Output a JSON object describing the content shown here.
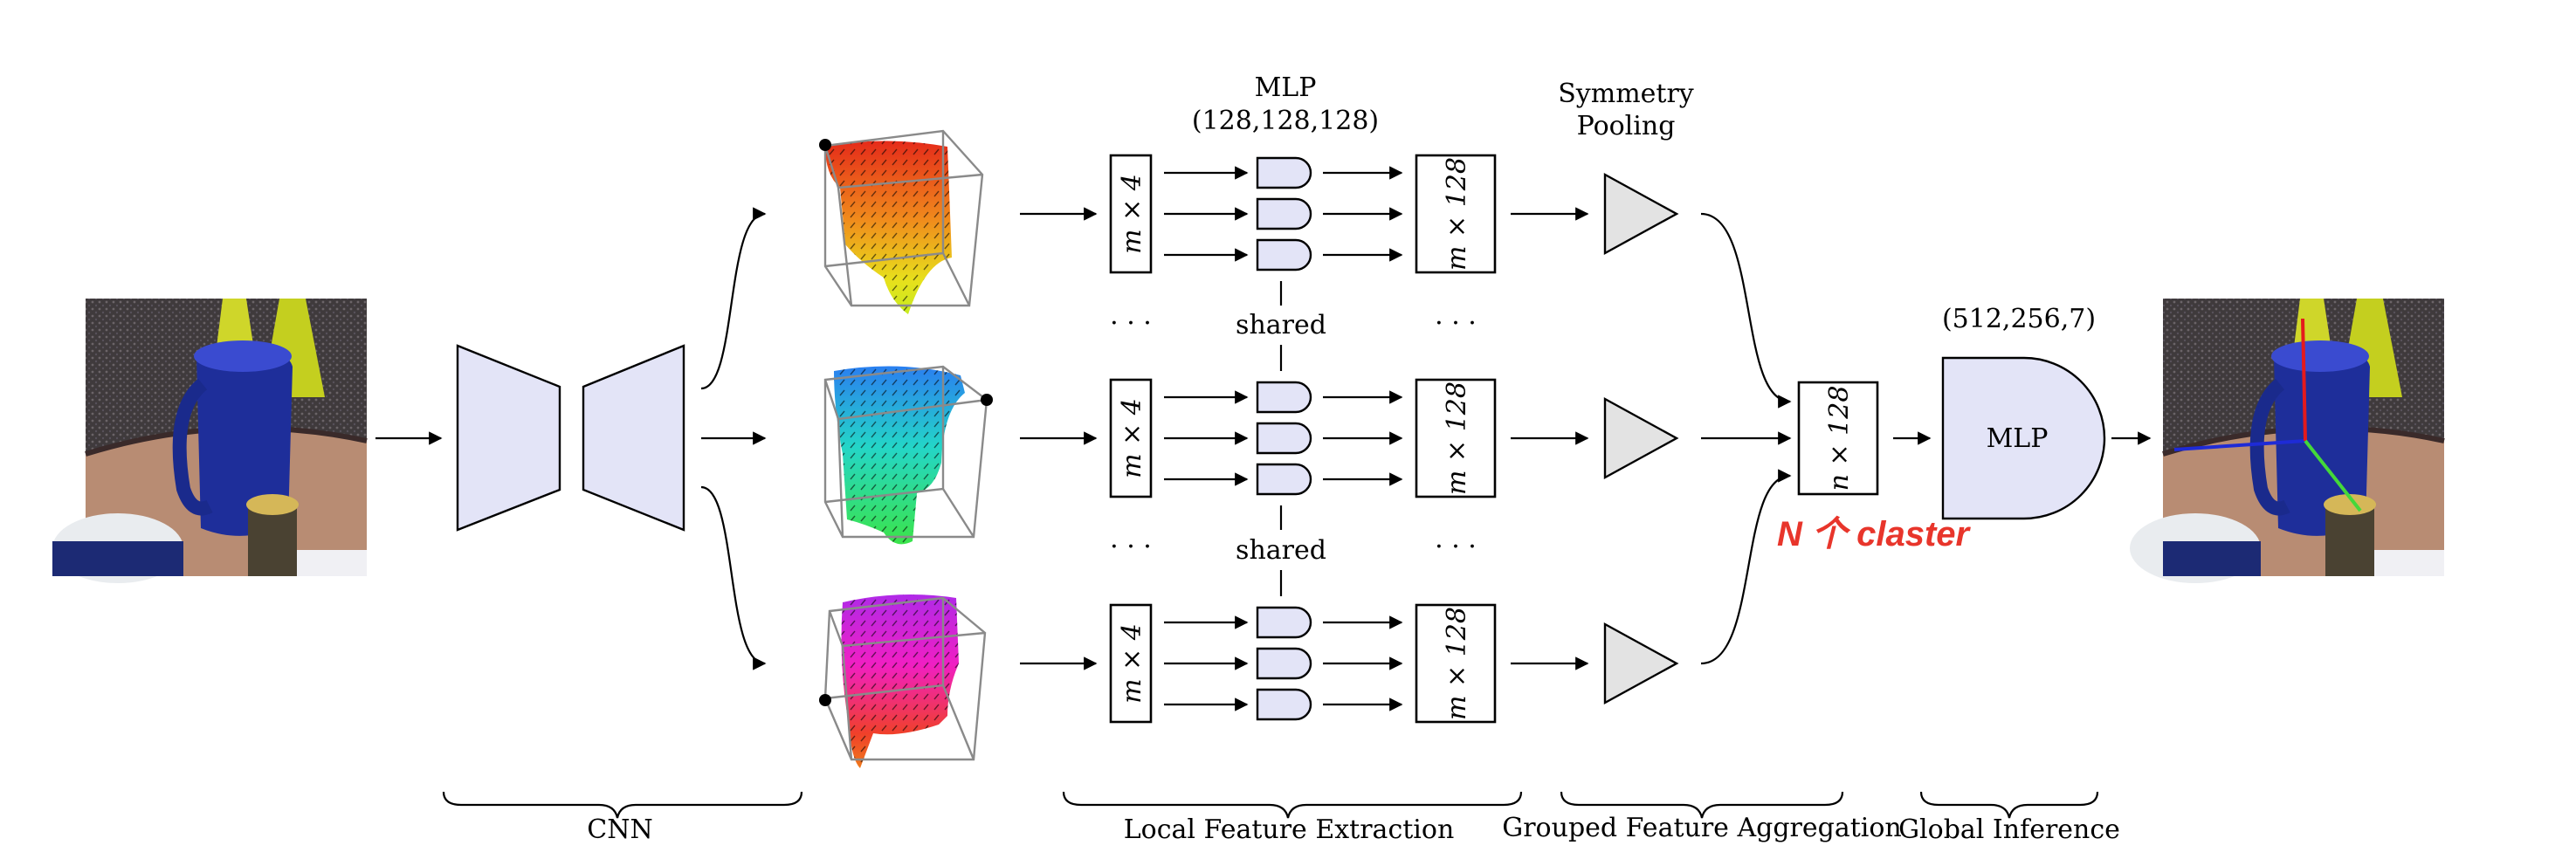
{
  "diagram": {
    "labels": {
      "mlp_title": "MLP",
      "mlp_dims": "(128,128,128)",
      "symmetry_line1": "Symmetry",
      "symmetry_line2": "Pooling",
      "shared": "shared",
      "dots": "· · ·",
      "m_by_4": "m × 4",
      "m_by_128": "m × 128",
      "n_by_128": "n × 128",
      "final_mlp": "MLP",
      "final_mlp_dims": "(512,256,7)",
      "annotation": "N 个 claster"
    },
    "stages": {
      "cnn": "CNN",
      "local": "Local Feature Extraction",
      "grouped": "Grouped Feature Aggregation",
      "global": "Global Inference"
    },
    "colors": {
      "lavender": "#e3e4f7",
      "triangle_gray": "#e3e3e3",
      "annotation_red": "#e8352b",
      "pose_x_axis": "#1e2bd6",
      "pose_y_axis": "#e41a1c",
      "pose_z_axis": "#44d83a"
    }
  }
}
